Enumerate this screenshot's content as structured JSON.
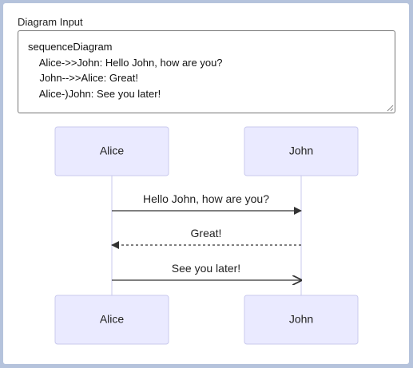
{
  "input": {
    "label": "Diagram Input",
    "lines": [
      "sequenceDiagram",
      "    Alice->>John: Hello John, how are you?",
      "    John-->>Alice: Great!",
      "    Alice-)John: See you later!"
    ]
  },
  "diagram": {
    "actors": [
      {
        "name": "Alice"
      },
      {
        "name": "John"
      }
    ],
    "messages": [
      {
        "from": "Alice",
        "to": "John",
        "text": "Hello John, how are you?",
        "style": "solid",
        "arrow": "filled"
      },
      {
        "from": "John",
        "to": "Alice",
        "text": "Great!",
        "style": "dotted",
        "arrow": "filled"
      },
      {
        "from": "Alice",
        "to": "John",
        "text": "See you later!",
        "style": "solid",
        "arrow": "open"
      }
    ]
  },
  "colors": {
    "actor_fill": "#eaeaff",
    "actor_stroke": "#c9c9ee",
    "lifeline": "#c9c9ee",
    "message_line": "#333333",
    "frame_background": "#b5c3dc"
  }
}
